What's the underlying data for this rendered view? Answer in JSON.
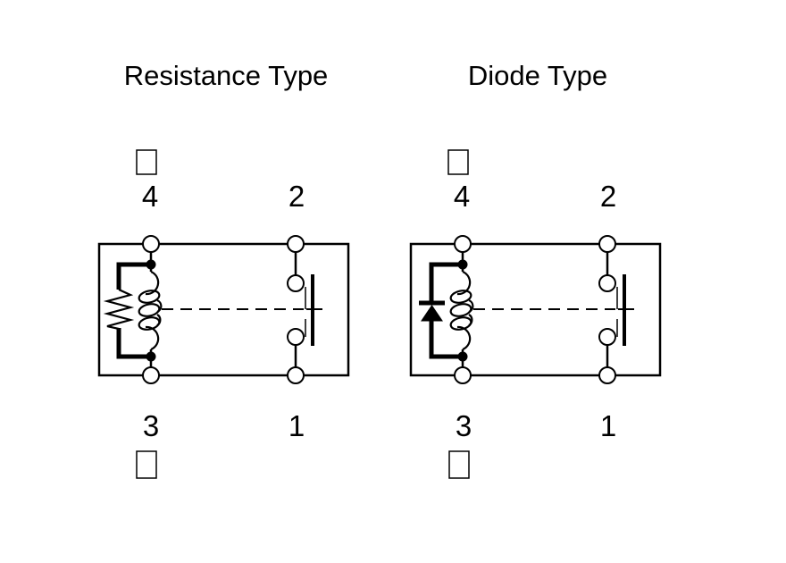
{
  "colors": {
    "background": "#ffffff",
    "ink": "#000000"
  },
  "figure": {
    "kind": "relay-internal-connection-schematics",
    "diagrams": [
      {
        "title": "Resistance Type",
        "shunt_component": "resistor",
        "symbols": [
          "relay-coil-icon",
          "resistor-icon",
          "contact-switch-icon",
          "junction-dot",
          "missing-glyph-box-icon"
        ],
        "pins": [
          {
            "number": "4",
            "position": "top-left"
          },
          {
            "number": "2",
            "position": "top-right"
          },
          {
            "number": "3",
            "position": "bottom-left"
          },
          {
            "number": "1",
            "position": "bottom-right"
          }
        ]
      },
      {
        "title": "Diode Type",
        "shunt_component": "diode",
        "symbols": [
          "relay-coil-icon",
          "diode-icon",
          "contact-switch-icon",
          "junction-dot",
          "missing-glyph-box-icon"
        ],
        "pins": [
          {
            "number": "4",
            "position": "top-left"
          },
          {
            "number": "2",
            "position": "top-right"
          },
          {
            "number": "3",
            "position": "bottom-left"
          },
          {
            "number": "1",
            "position": "bottom-right"
          }
        ]
      }
    ]
  }
}
